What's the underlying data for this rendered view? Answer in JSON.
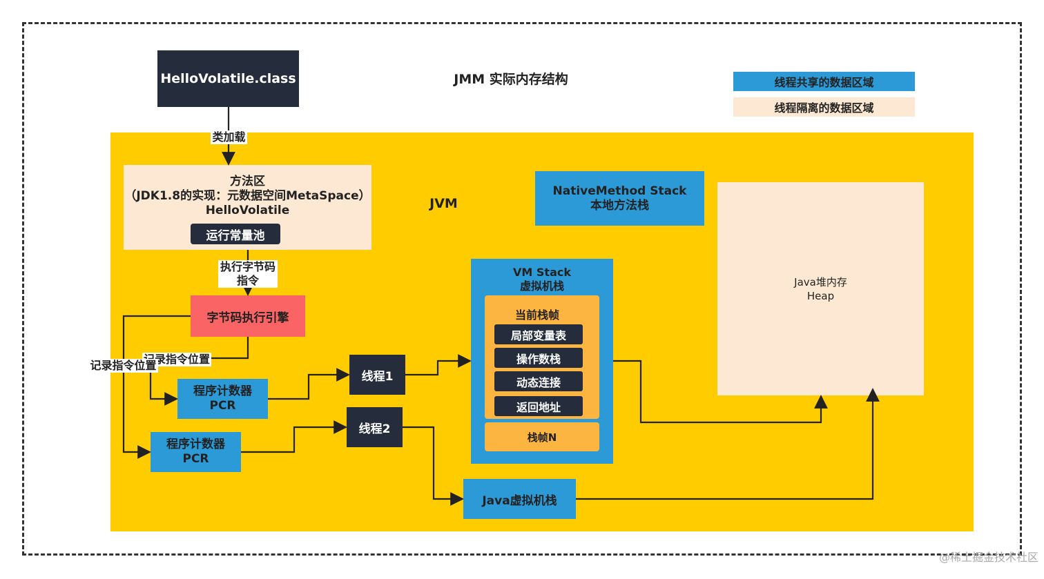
{
  "title": "JMM 实际内存结构",
  "legend": {
    "shared": "线程共享的数据区域",
    "isolated": "线程隔离的数据区域"
  },
  "class_file": "HelloVolatile.class",
  "jvm_label": "JVM",
  "method_area": {
    "line1": "方法区",
    "line2": "（JDK1.8的实现：元数据空间MetaSpace）",
    "line3": "HelloVolatile",
    "pool": "运行常量池"
  },
  "engine": "字节码执行引擎",
  "labels": {
    "class_load": "类加载",
    "exec_line1": "执行字节码",
    "exec_line2": "指令",
    "record1": "记录指令位置",
    "record2": "记录指令位置"
  },
  "pcr1": {
    "line1": "程序计数器",
    "line2": "PCR"
  },
  "pcr2": {
    "line1": "程序计数器",
    "line2": "PCR"
  },
  "thread1": "线程1",
  "thread2": "线程2",
  "native_stack": {
    "line1": "NativeMethod Stack",
    "line2": "本地方法栈"
  },
  "vm_stack": {
    "line1": "VM Stack",
    "line2": "虚拟机栈",
    "current_frame": "当前栈帧",
    "items": [
      "局部变量表",
      "操作数栈",
      "动态连接",
      "返回地址"
    ],
    "frame_n": "栈帧N"
  },
  "heap": {
    "line1": "Java堆内存",
    "line2": "Heap"
  },
  "jvm_stack": "Java虚拟机栈",
  "watermark": "@稀土掘金技术社区",
  "colors": {
    "shared": "#2d9ad8",
    "isolated": "#fde9d3",
    "jvm": "#ffcc00",
    "dark": "#252c3b",
    "engine": "#fa6464",
    "frame": "#fbb540"
  }
}
